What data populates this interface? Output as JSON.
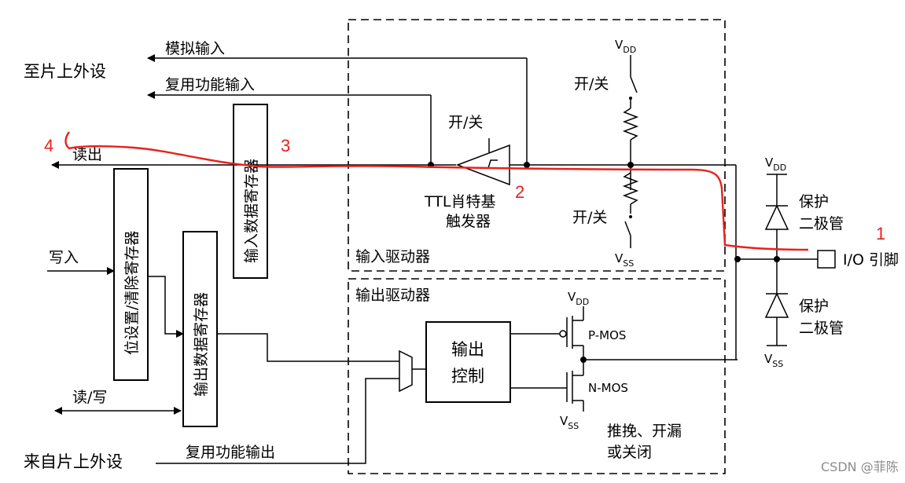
{
  "labels": {
    "to_peripheral": "至片上外设",
    "from_peripheral": "来自片上外设",
    "analog_input": "模拟输入",
    "alt_func_input": "复用功能输入",
    "read": "读出",
    "write": "写入",
    "read_write": "读/写",
    "alt_func_output": "复用功能输出",
    "input_data_register": "输入数据寄存器",
    "output_data_register": "输出数据寄存器",
    "bit_set_reset_register": "位设置/清除寄存器",
    "on_off": "开/关",
    "ttl_trigger_line1": "TTL肖特基",
    "ttl_trigger_line2": "触发器",
    "input_driver": "输入驱动器",
    "output_driver": "输出驱动器",
    "output_control_line1": "输出",
    "output_control_line2": "控制",
    "pmos": "P-MOS",
    "nmos": "N-MOS",
    "mode_line1": "推挽、开漏",
    "mode_line2": "或关闭",
    "protect_line1": "保护",
    "protect_line2": "二极管",
    "io_pin": "I/O 引脚",
    "vdd_main": "V",
    "vdd_sub": "DD",
    "vss_main": "V",
    "vss_sub": "SS"
  },
  "annotations": {
    "n1": "1",
    "n2": "2",
    "n3": "3",
    "n4": "4"
  },
  "watermark": "CSDN @菲陈",
  "colors": {
    "annotation": "#e8211c",
    "line": "#000000",
    "watermark": "#8c8c8c"
  }
}
